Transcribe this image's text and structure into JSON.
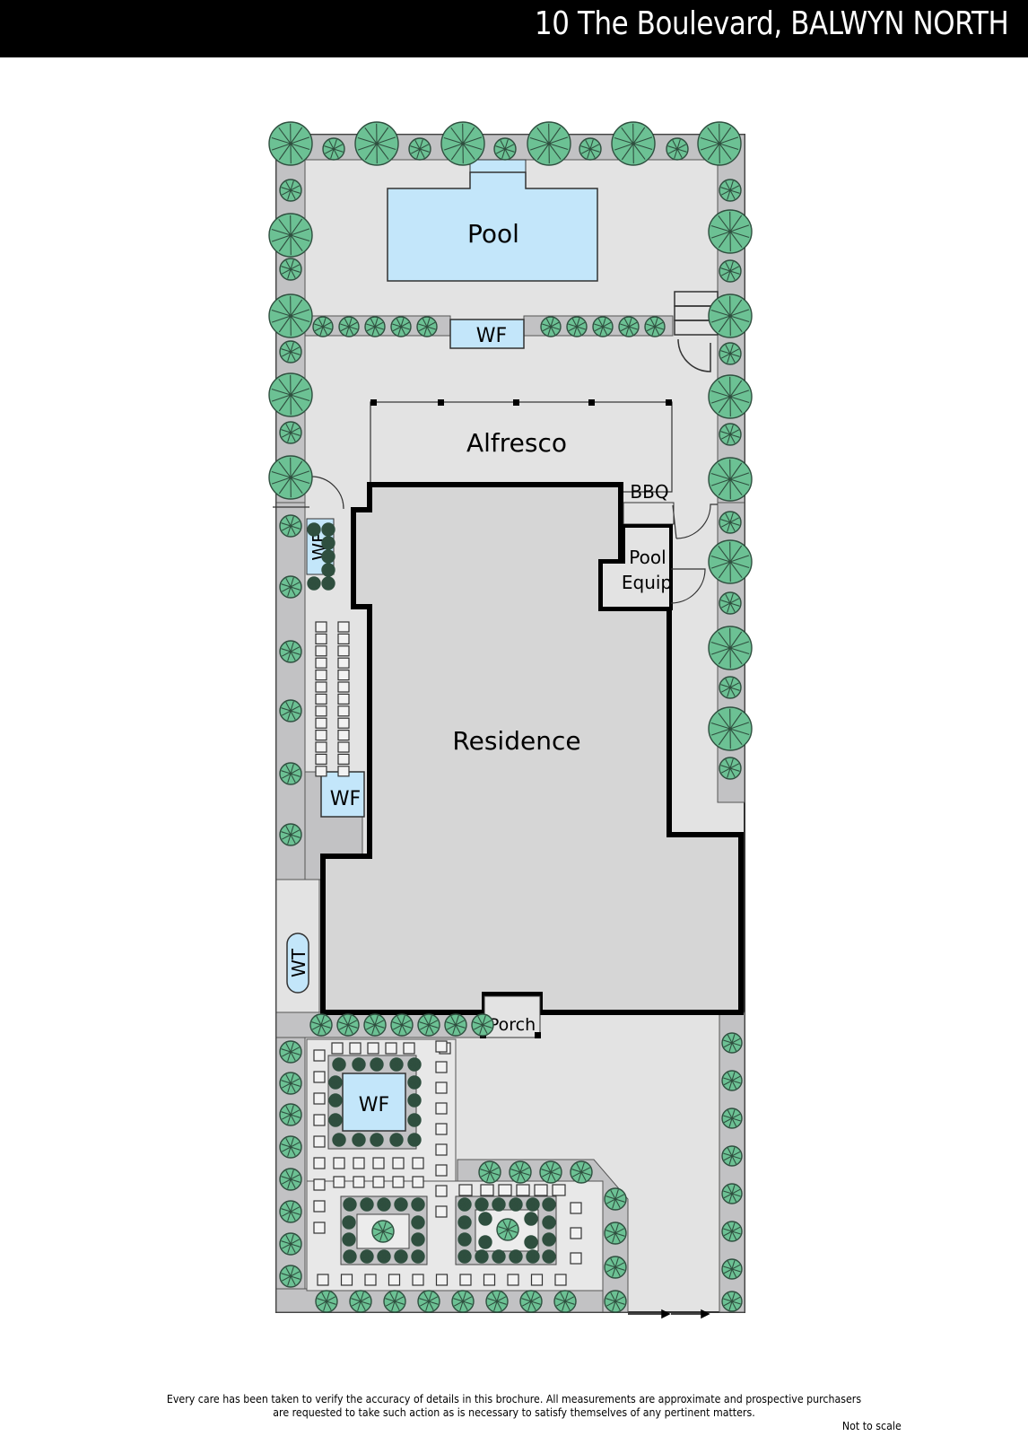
{
  "header": {
    "title": "10 The Boulevard, BALWYN NORTH"
  },
  "plan": {
    "labels": {
      "pool": "Pool",
      "water_feature": "WF",
      "alfresco": "Alfresco",
      "bbq": "BBQ",
      "pool_equip_line1": "Pool",
      "pool_equip_line2": "Equip",
      "residence": "Residence",
      "water_tank": "WT",
      "porch": "Porch"
    },
    "colors": {
      "paving": "#e3e3e3",
      "garden_bed": "#c2c2c4",
      "building": "#d6d6d6",
      "water": "#c3e6fa",
      "tree": "#6cc194",
      "tree_dark": "#2f4f3f",
      "wall": "#000000"
    },
    "icons": [
      "tree-icon",
      "shrub-icon",
      "stepping-stone-icon",
      "door-swing-icon",
      "driveway-arrow-icon"
    ]
  },
  "footer": {
    "disclaimer_line1": "Every care has been taken to verify the accuracy of details in this brochure.  All measurements are approximate and prospective purchasers",
    "disclaimer_line2": "are requested to take such action as is necessary to satisfy themselves of any pertinent matters.",
    "scale_note": "Not to scale"
  }
}
